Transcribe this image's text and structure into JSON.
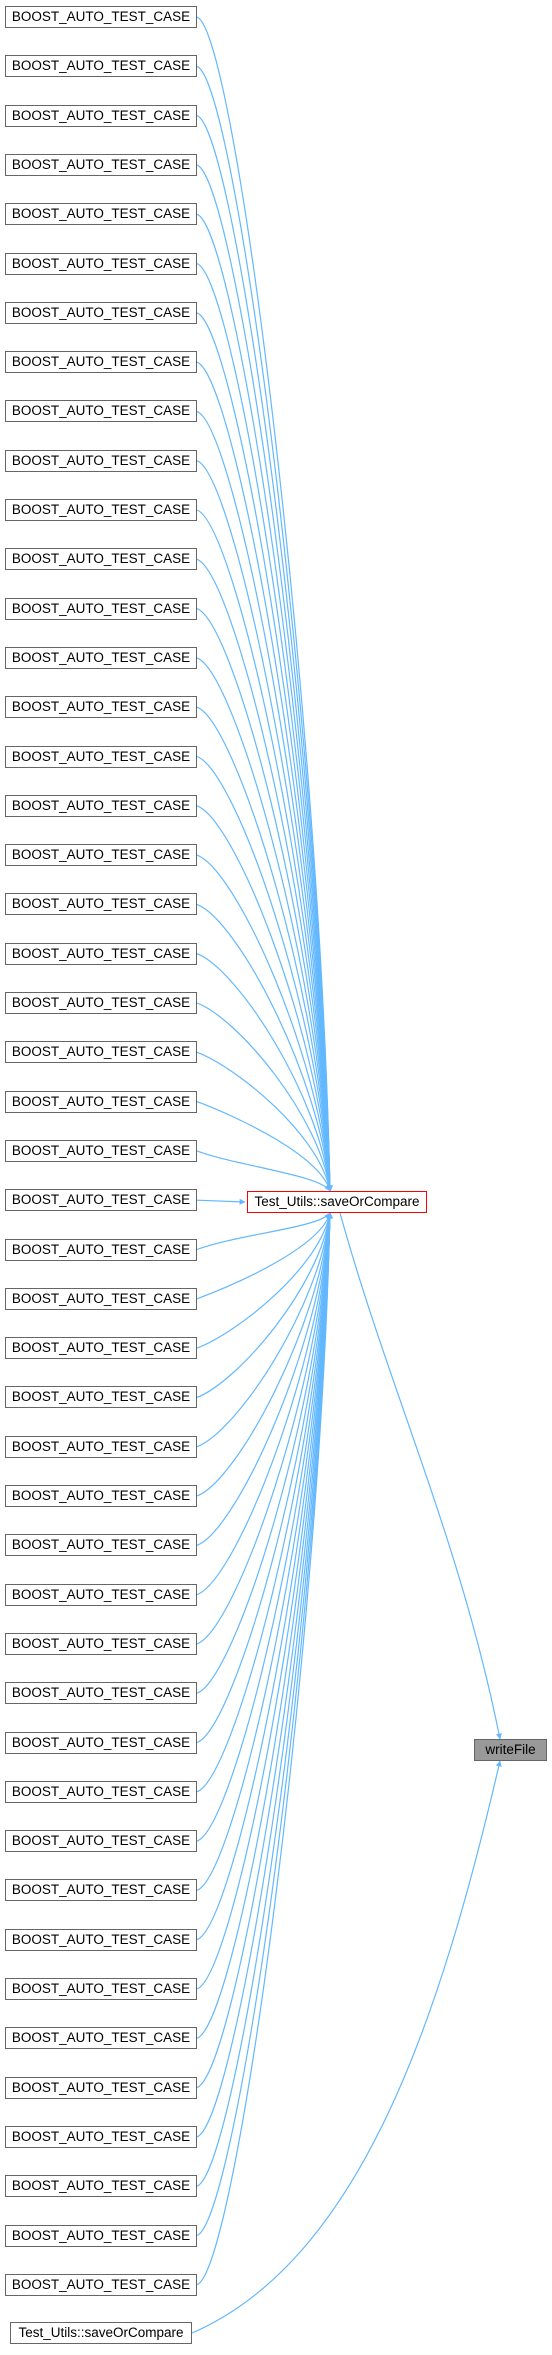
{
  "callers": [
    "BOOST_AUTO_TEST_CASE",
    "BOOST_AUTO_TEST_CASE",
    "BOOST_AUTO_TEST_CASE",
    "BOOST_AUTO_TEST_CASE",
    "BOOST_AUTO_TEST_CASE",
    "BOOST_AUTO_TEST_CASE",
    "BOOST_AUTO_TEST_CASE",
    "BOOST_AUTO_TEST_CASE",
    "BOOST_AUTO_TEST_CASE",
    "BOOST_AUTO_TEST_CASE",
    "BOOST_AUTO_TEST_CASE",
    "BOOST_AUTO_TEST_CASE",
    "BOOST_AUTO_TEST_CASE",
    "BOOST_AUTO_TEST_CASE",
    "BOOST_AUTO_TEST_CASE",
    "BOOST_AUTO_TEST_CASE",
    "BOOST_AUTO_TEST_CASE",
    "BOOST_AUTO_TEST_CASE",
    "BOOST_AUTO_TEST_CASE",
    "BOOST_AUTO_TEST_CASE",
    "BOOST_AUTO_TEST_CASE",
    "BOOST_AUTO_TEST_CASE",
    "BOOST_AUTO_TEST_CASE",
    "BOOST_AUTO_TEST_CASE",
    "BOOST_AUTO_TEST_CASE",
    "BOOST_AUTO_TEST_CASE",
    "BOOST_AUTO_TEST_CASE",
    "BOOST_AUTO_TEST_CASE",
    "BOOST_AUTO_TEST_CASE",
    "BOOST_AUTO_TEST_CASE",
    "BOOST_AUTO_TEST_CASE",
    "BOOST_AUTO_TEST_CASE",
    "BOOST_AUTO_TEST_CASE",
    "BOOST_AUTO_TEST_CASE",
    "BOOST_AUTO_TEST_CASE",
    "BOOST_AUTO_TEST_CASE",
    "BOOST_AUTO_TEST_CASE",
    "BOOST_AUTO_TEST_CASE",
    "BOOST_AUTO_TEST_CASE",
    "BOOST_AUTO_TEST_CASE",
    "BOOST_AUTO_TEST_CASE",
    "BOOST_AUTO_TEST_CASE",
    "BOOST_AUTO_TEST_CASE",
    "BOOST_AUTO_TEST_CASE",
    "BOOST_AUTO_TEST_CASE",
    "BOOST_AUTO_TEST_CASE",
    "BOOST_AUTO_TEST_CASE"
  ],
  "hub": {
    "label": "Test_Utils::saveOrCompare"
  },
  "direct_caller": {
    "label": "Test_Utils::saveOrCompare"
  },
  "target": {
    "label": "writeFile"
  },
  "colors": {
    "edge": "#63b8ff",
    "node_border": "#666666",
    "hub_border": "#ff0000",
    "target_fill": "#999999"
  }
}
